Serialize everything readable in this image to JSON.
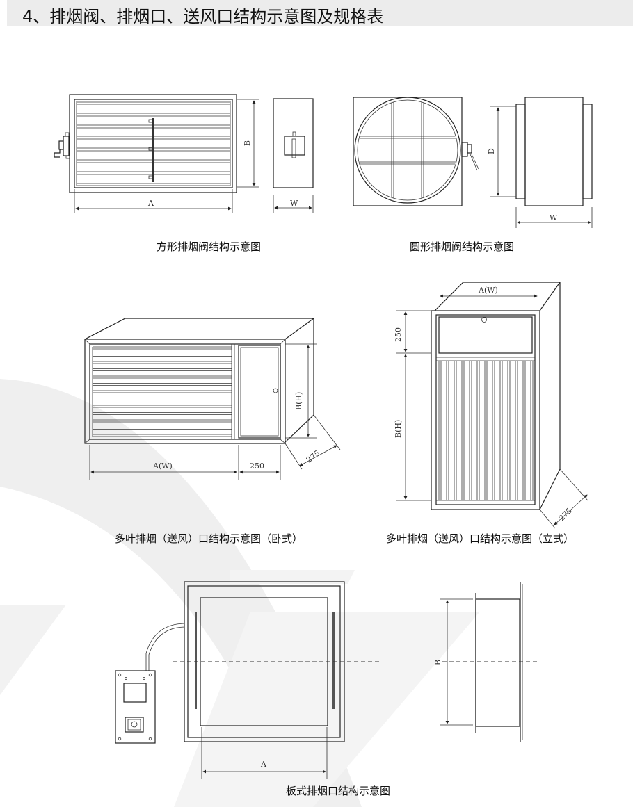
{
  "header": {
    "title": "4、排烟阀、排烟口、送风口结构示意图及规格表"
  },
  "diagrams": {
    "square_valve": {
      "caption": "方形排烟阀结构示意图",
      "dim_a": "A",
      "dim_b": "B",
      "dim_w": "W"
    },
    "round_valve": {
      "caption": "圆形排烟阀结构示意图",
      "dim_d": "D",
      "dim_w": "W"
    },
    "horizontal_outlet": {
      "caption": "多叶排烟（送风）口结构示意图（卧式）",
      "dim_a": "A(W)",
      "dim_b": "B(H)",
      "dim_250": "250",
      "dim_275": "275"
    },
    "vertical_outlet": {
      "caption": "多叶排烟（送风）口结构示意图（立式）",
      "dim_a": "A(W)",
      "dim_b": "B(H)",
      "dim_250": "250",
      "dim_275": "275"
    },
    "plate_outlet": {
      "caption": "板式排烟口结构示意图",
      "dim_a": "A",
      "dim_b": "B"
    }
  },
  "colors": {
    "title_bar": "#ececec",
    "line": "#222222",
    "background_swoosh": "#f0f0f0"
  }
}
